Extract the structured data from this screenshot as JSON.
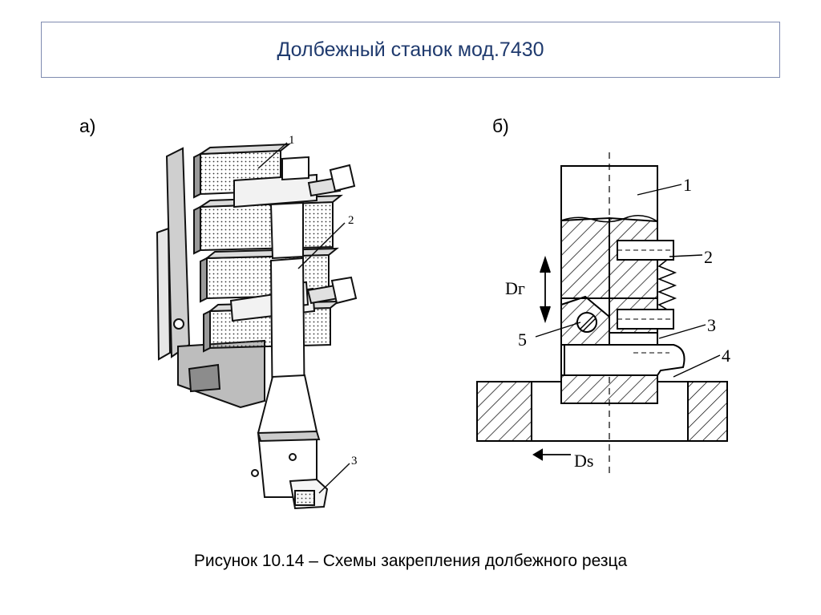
{
  "slide": {
    "title": "Долбежный станок мод.7430",
    "caption": "Рисунок 10.14  – Схемы закрепления долбежного резца"
  },
  "figure_a": {
    "label": "а)",
    "callouts": [
      "1",
      "2",
      "3"
    ]
  },
  "figure_b": {
    "label": "б)",
    "callouts": [
      "1",
      "2",
      "3",
      "4",
      "5"
    ],
    "motion_vertical": "Dг",
    "motion_horizontal": "Ds"
  }
}
